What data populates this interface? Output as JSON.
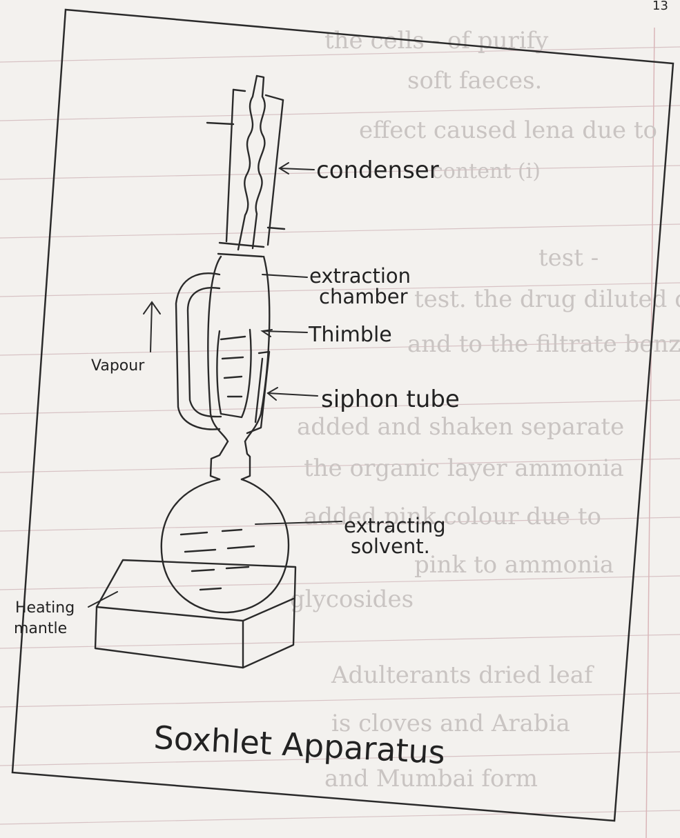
{
  "page_marks": {
    "corner": "13"
  },
  "bleed_through": {
    "lines": [
      "the cells - of purify",
      "soft faeces.",
      "effect caused  lena due to",
      "content (i)",
      "test -",
      "test.  the drug  diluted  dilute",
      "and to the filtrate  benzene",
      "added and shaken separate",
      "the organic layer ammonia",
      "added  pink colour  due to",
      "pink to  ammonia",
      "glycosides",
      "Adulterants dried leaf",
      "is  cloves and Arabia",
      "and Mumbai  form"
    ]
  },
  "diagram": {
    "title": "Soxhlet Apparatus",
    "labels": {
      "condenser": "condenser",
      "extraction_1": "extraction",
      "extraction_2": "chamber",
      "thimble": "Thimble",
      "vapour": "Vapour",
      "siphon": "siphon tube",
      "solvent_1": "extracting",
      "solvent_2": "solvent.",
      "heating_1": "Heating",
      "heating_2": "mantle"
    }
  }
}
